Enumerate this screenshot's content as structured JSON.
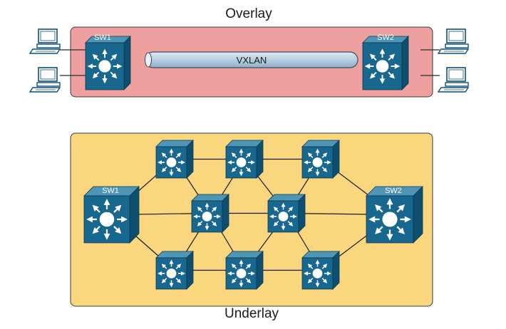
{
  "diagram": {
    "overlay_title": "Overlay",
    "underlay_title": "Underlay",
    "tunnel_label": "VXLAN",
    "switches": {
      "sw1": "SW1",
      "sw2": "SW2"
    }
  },
  "colors": {
    "overlay_fill": "#eea09f",
    "underlay_fill": "#fad67f",
    "switch_face": "#17678f",
    "switch_top": "#4f95b6",
    "switch_side": "#0e4e6e",
    "tunnel_fill": "#b8cfe0"
  }
}
